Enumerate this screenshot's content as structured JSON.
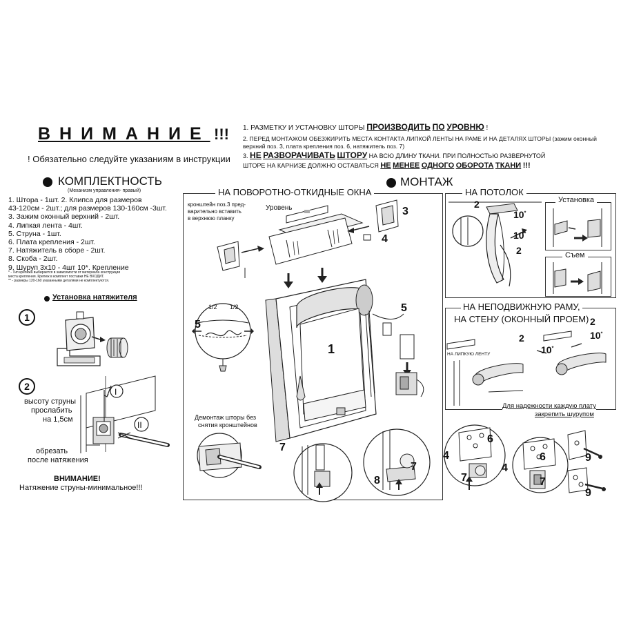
{
  "header": {
    "attention": "ВНИМАНИЕ",
    "attention_marks": "!!!",
    "follow": "! Обязательно следуйте указаниям в инструкции"
  },
  "rules": {
    "r1_num": "1.",
    "r1_a": "РАЗМЕТКУ И УСТАНОВКУ ШТОРЫ",
    "r1_b": "ПРОИЗВОДИТЬ",
    "r1_c": "ПО",
    "r1_d": "УРОВНЮ",
    "r1_e": "!",
    "r2_line1": "2. ПЕРЕД МОНТАЖОМ ОБЕЗЖИРИТЬ МЕСТА КОНТАКТА ЛИПКОЙ ЛЕНТЫ НА РАМЕ И НА ДЕТАЛЯХ ШТОРЫ (зажим оконный",
    "r2_line2": "верхний поз. 3, плата крепления поз. 6, натяжитель поз. 7)",
    "r3_num": "3.",
    "r3_a": "НЕ",
    "r3_b": "РАЗВОРАЧИВАТЬ",
    "r3_c": "ШТОРУ",
    "r3_d": "НА ВСЮ ДЛИНУ ТКАНИ.   ПРИ ПОЛНОСТЬЮ  РАЗВЕРНУТОЙ",
    "r3_line2_a": "ШТОРЕ НА КАРНИЗЕ ДОЛЖНО ОСТАВАТЬСЯ",
    "r3_line2_b": "НЕ",
    "r3_line2_c": "МЕНЕЕ",
    "r3_line2_d": "ОДНОГО",
    "r3_line2_e": "ОБОРОТА",
    "r3_line2_f": "ТКАНИ",
    "r3_line2_g": "!!!"
  },
  "kit": {
    "title": "КОМПЛЕКТНОСТЬ",
    "subtitle": "(Механизм управления- правый)",
    "items": [
      "1. Штора - 1шт. 2. Клипса для размеров",
      "43-120см - 2шт.; для размеров 130-160см -3шт.",
      "3. Зажим оконный верхний - 2шт.",
      "4. Липкая лента - 4шт.",
      "5. Струна - 1шт.",
      "6. Плата крепления - 2шт.",
      "7. Натяжитель в сборе - 2шт.",
      "8. Скоба - 2шт.",
      "9. Шуруп 3х10 - 4шт 10*. Крепление"
    ],
    "note1": "* - Тип крепежа выбирается в зависимости от материала конструкции",
    "note2": "места крепления. Крепеж в комплект поставки НЕ ВХОДИТ.",
    "note3": "** - размеры 120-160 указанными деталями не комплектуются."
  },
  "tensioner": {
    "title": "Установка натяжителя",
    "step1": "1",
    "step2": "2",
    "roman1": "I",
    "roman2": "II",
    "slack_l1": "высоту струны",
    "slack_l2": "прослабить",
    "slack_l3": "на 1,5см",
    "cut_l1": "обрезать",
    "cut_l2": "после натяжения",
    "warn_title": "ВНИМАНИЕ!",
    "warn_text": "Натяжение струны-минимальное!!!"
  },
  "tilt": {
    "title": "НА ПОВОРОТНО-ОТКИДНЫЕ ОКНА",
    "bracket_l1": "кронштейн поз.3 пред-",
    "bracket_l2": "варительно вставить",
    "bracket_l3": "в верхнюю планку",
    "level": "Уровень",
    "dismount_l1": "Демонтаж шторы без",
    "dismount_l2": "снятия кронштейнов",
    "half": "1/2",
    "n1": "1",
    "n3": "3",
    "n4": "4",
    "n5": "5",
    "n7": "7",
    "n8": "8"
  },
  "mount": {
    "title": "МОНТАЖ"
  },
  "ceiling": {
    "title": "НА ПОТОЛОК",
    "install": "Установка",
    "remove": "Съем",
    "n2": "2",
    "n10": "10",
    "star": "*"
  },
  "frame": {
    "title_l1": "НА НЕПОДВИЖНУЮ РАМУ,",
    "title_l2": "НА СТЕНУ (ОКОННЫЙ ПРОЕМ)",
    "tape": "НА ЛИПКУЮ ЛЕНТУ",
    "reliable_l1": "Для надежности каждую плату",
    "reliable_l2": "закрепить шурупом",
    "n2": "2",
    "n4": "4",
    "n6": "6",
    "n7": "7",
    "n9": "9",
    "n10": "10"
  }
}
